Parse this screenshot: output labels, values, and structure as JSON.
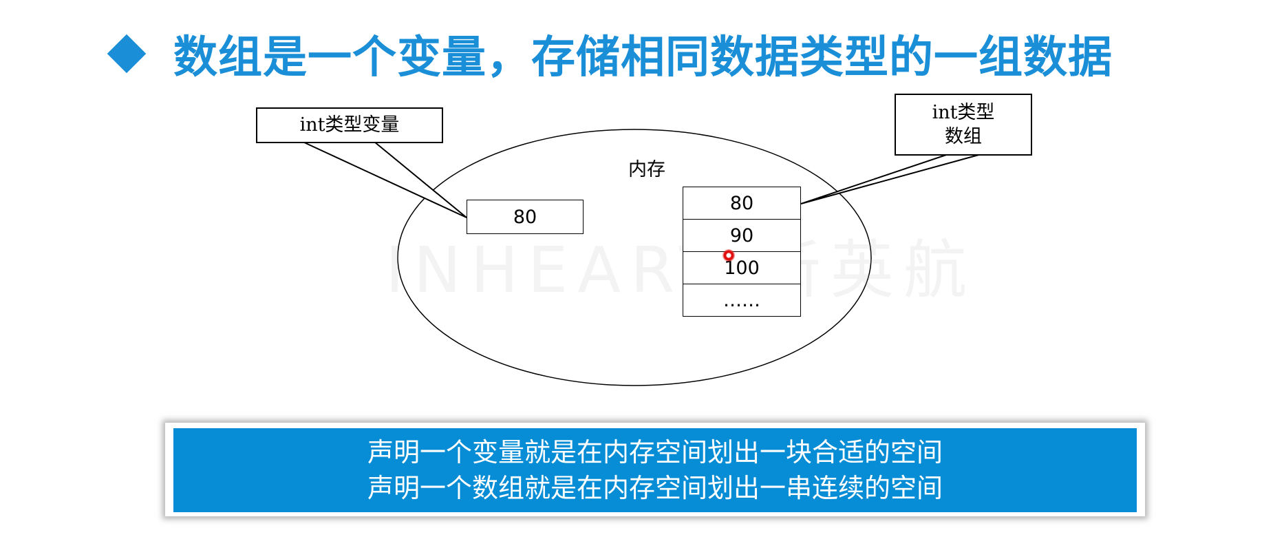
{
  "title": {
    "bullet_icon": "diamond-icon",
    "text": "数组是一个变量，存储相同数据类型的一组数据",
    "color": "#1a8fd8"
  },
  "diagram": {
    "memory_label": "内存",
    "callout_variable": "int类型变量",
    "callout_array_line1": "int类型",
    "callout_array_line2": "数组",
    "variable_value": "80",
    "array_values": [
      "80",
      "90",
      "100",
      "……"
    ]
  },
  "watermark": "INHEART 新英航",
  "banner": {
    "line1": "声明一个变量就是在内存空间划出一块合适的空间",
    "line2": "声明一个数组就是在内存空间划出一串连续的空间",
    "background": "#078dd6"
  }
}
